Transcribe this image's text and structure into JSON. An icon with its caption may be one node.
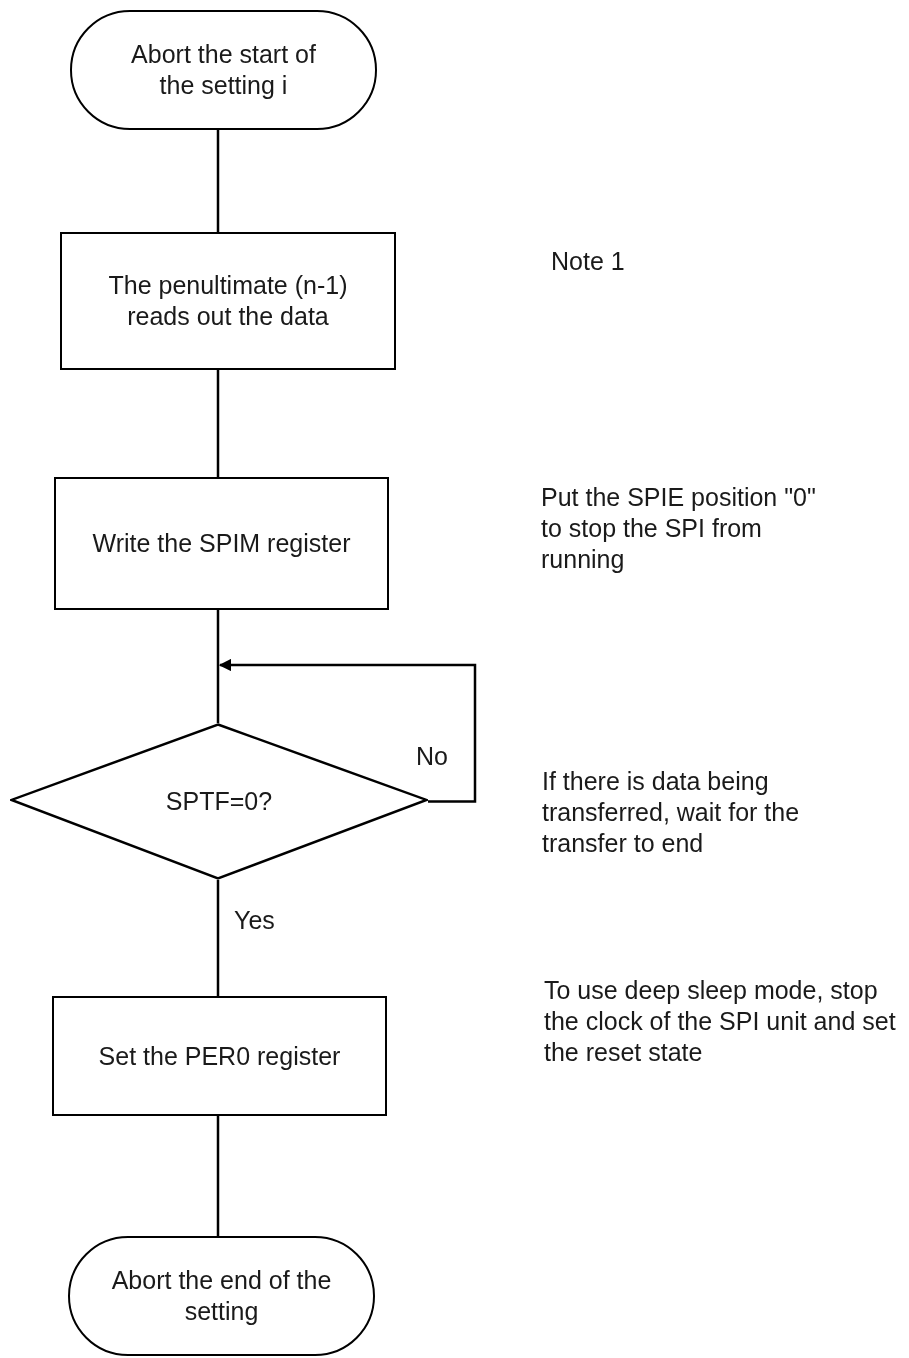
{
  "diagram": {
    "nodes": [
      {
        "text": [
          "Abort the start of the setting i"
        ]
      },
      {
        "text": [
          "The penultimate (n-1) reads out the data"
        ]
      },
      {
        "text": [
          "Write the SPIM register"
        ]
      },
      {
        "text": [
          "SPTF=0?"
        ]
      },
      {
        "text": [
          "Set the PER0 register"
        ]
      },
      {
        "text": [
          "Abort the end of the setting"
        ]
      }
    ],
    "labels": [
      "Note 1",
      "Put the SPIE position \"0\" to stop the SPI from running",
      "If there is data being transferred, wait for the transfer to end",
      "To use deep sleep mode, stop the clock of the SPI unit and set the reset state"
    ],
    "edges": [
      {
        "from": 0,
        "to": 1,
        "arrow": "none"
      },
      {
        "from": 1,
        "to": 2,
        "arrow": "none"
      },
      {
        "from": 2,
        "to": 3,
        "arrow": "none"
      },
      {
        "from": 3,
        "to": null,
        "arrow": "to",
        "label": "No"
      },
      {
        "from": 3,
        "to": 4,
        "arrow": "none",
        "label": "Yes"
      },
      {
        "from": 4,
        "to": 5,
        "arrow": "none"
      }
    ]
  }
}
